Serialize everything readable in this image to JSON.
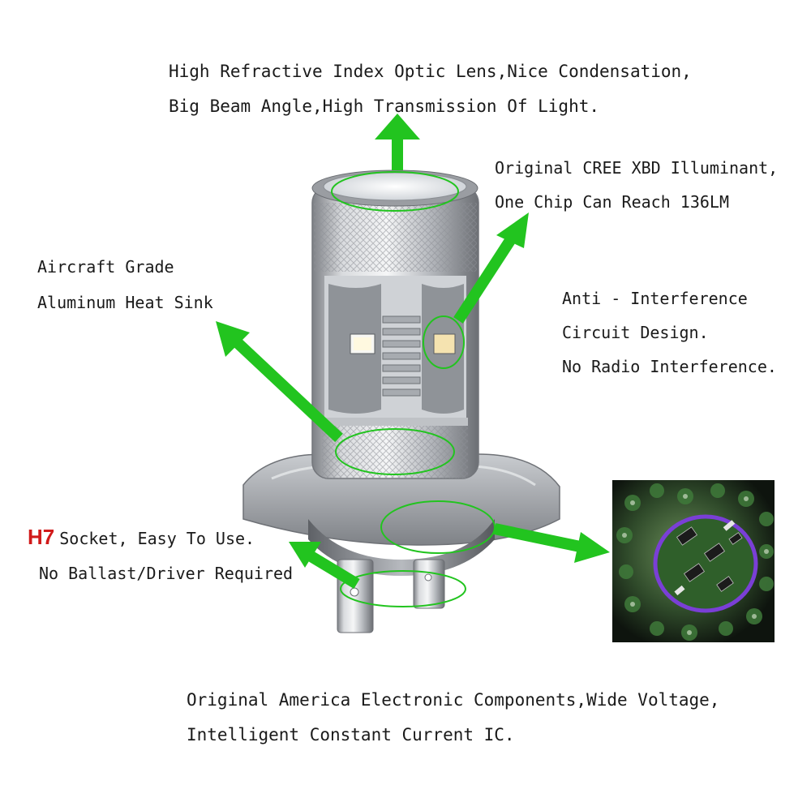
{
  "callouts": {
    "optic_lens": {
      "line1": "High Refractive Index Optic Lens,Nice Condensation,",
      "line2": "Big Beam Angle,High Transmission Of Light."
    },
    "cree_chip": {
      "line1": "Original CREE XBD Illuminant,",
      "line2": "One Chip Can Reach 136LM"
    },
    "heat_sink": {
      "line1": "Aircraft Grade",
      "line2": "Aluminum Heat Sink"
    },
    "anti_interference": {
      "line1": "Anti - Interference",
      "line2": "Circuit Design.",
      "line3": "No Radio Interference."
    },
    "socket": {
      "h7": "H7",
      "line1_rest": "Socket, Easy To Use.",
      "line2": "No Ballast/Driver Required"
    },
    "components": {
      "line1": "Original America Electronic Components,Wide Voltage,",
      "line2": "Intelligent Constant Current IC."
    }
  },
  "colors": {
    "arrow_green": "#22c41f",
    "highlight_red": "#d11a1a",
    "circuit_ring": "#7a3fd6"
  }
}
